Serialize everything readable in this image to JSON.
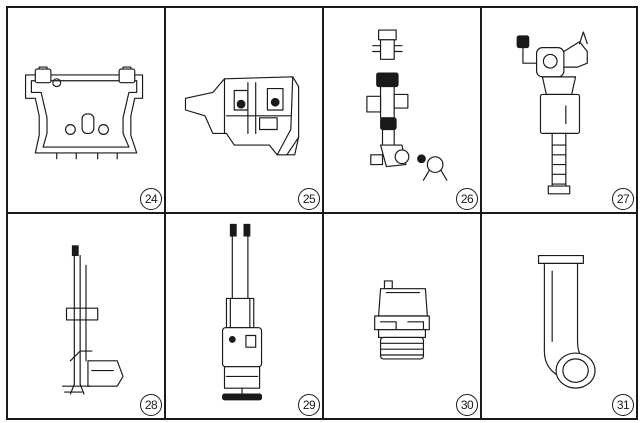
{
  "parts": [
    {
      "number": "24",
      "icon": "mounting-frame-icon"
    },
    {
      "number": "25",
      "icon": "bracket-assembly-icon"
    },
    {
      "number": "26",
      "icon": "valve-fittings-icon"
    },
    {
      "number": "27",
      "icon": "fill-valve-icon"
    },
    {
      "number": "28",
      "icon": "flush-lever-rod-icon"
    },
    {
      "number": "29",
      "icon": "flush-valve-icon"
    },
    {
      "number": "30",
      "icon": "valve-seal-icon"
    },
    {
      "number": "31",
      "icon": "elbow-pipe-icon"
    }
  ]
}
